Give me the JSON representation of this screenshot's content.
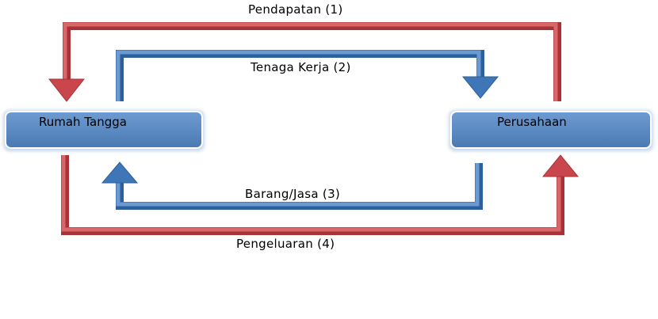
{
  "nodes": {
    "household": {
      "label": "Rumah Tangga"
    },
    "firm": {
      "label": "Perusahaan"
    }
  },
  "flows": {
    "income": {
      "label": "Pendapatan (1)"
    },
    "labor": {
      "label": "Tenaga Kerja (2)"
    },
    "goods": {
      "label": "Barang/Jasa (3)"
    },
    "expenditure": {
      "label": "Pengeluaran (4)"
    }
  },
  "colors": {
    "red_arrow": "#d0555a",
    "red_arrow_dark": "#a83236",
    "blue_arrow": "#4f86c6",
    "blue_arrow_dark": "#2d5f9a",
    "node_fill": "#4f81bd",
    "node_fill_light": "#6e9bd1"
  }
}
